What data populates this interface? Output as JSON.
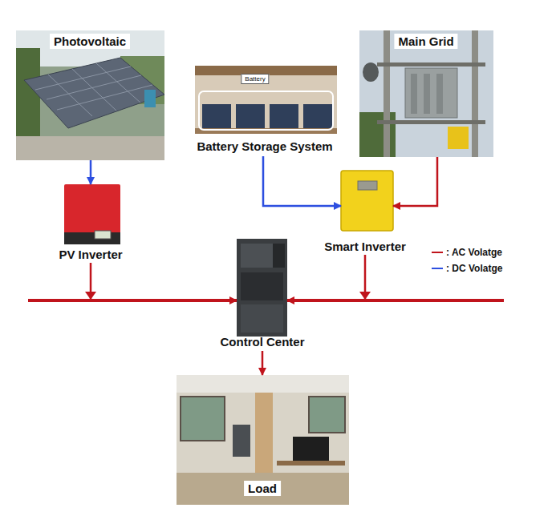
{
  "diagram": {
    "nodes": [
      {
        "text": [
          "Photovoltaic"
        ]
      },
      {
        "text": [
          "Battery",
          "Battery Storage System"
        ]
      },
      {
        "text": [
          "Main Grid"
        ]
      },
      {
        "text": [
          "PV Inverter"
        ]
      },
      {
        "text": [
          "Smart Inverter"
        ]
      },
      {
        "text": [
          "Control Center"
        ]
      },
      {
        "text": [
          "Load"
        ]
      }
    ],
    "edges": [
      {
        "from": 0,
        "to": 3,
        "arrow": "to"
      },
      {
        "from": 1,
        "to": 4,
        "arrow": "to"
      },
      {
        "from": 2,
        "to": 4,
        "arrow": "to"
      },
      {
        "from": 3,
        "to": 5,
        "arrow": "to"
      },
      {
        "from": 4,
        "to": 5,
        "arrow": "to"
      },
      {
        "from": 5,
        "to": 6,
        "arrow": "to"
      }
    ],
    "legend": [
      {
        "text": ": AC Volatge",
        "color": "#c0141c"
      },
      {
        "text": ": DC Volatge",
        "color": "#2d4fe0"
      }
    ]
  }
}
